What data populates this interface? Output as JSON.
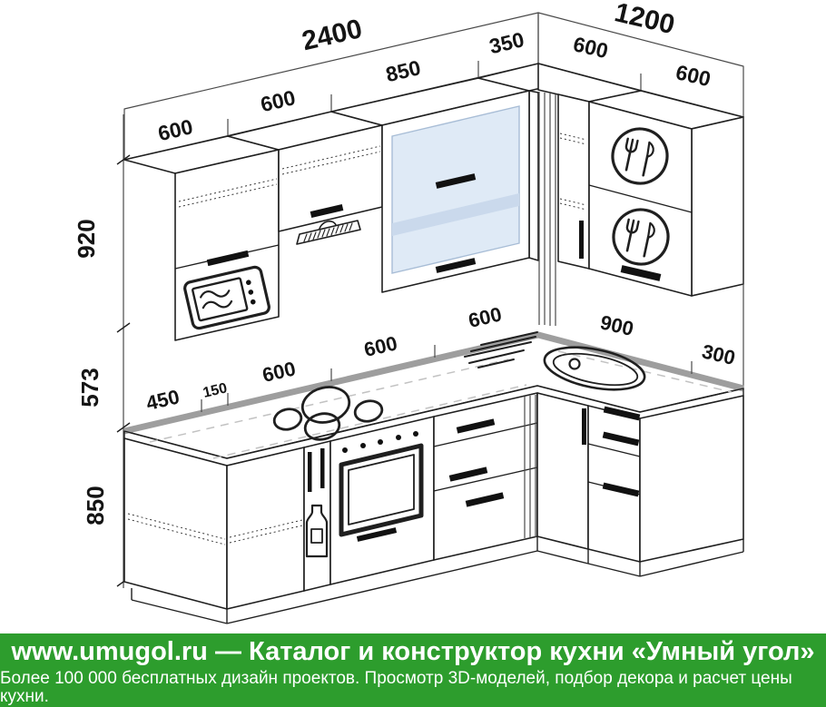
{
  "drawing": {
    "title": "corner-kitchen-dimension-drawing",
    "total_width_left_mm": "2400",
    "total_width_right_mm": "1200",
    "wall_units_left": [
      "600",
      "600",
      "850",
      "350"
    ],
    "wall_units_right": [
      "600",
      "600"
    ],
    "base_units_left": [
      "450",
      "150",
      "600",
      "600",
      "600"
    ],
    "base_units_right": [
      "900",
      "300"
    ],
    "heights": {
      "wall_cabinets": "920",
      "between_worktop_and_wall_cabinets": "573",
      "base_cabinets": "850"
    },
    "icons": [
      "microwave-icon",
      "cooker-hood-icon",
      "glass-door-icon",
      "cutlery-icon",
      "cutlery-icon",
      "bottle-cargo-icon",
      "oven-icon",
      "cooktop-icon",
      "sink-icon"
    ]
  },
  "colors": {
    "footer_green": "#2d9d2d",
    "glass_blue": "#dfeaf6",
    "glass_stripe": "#cad9ec",
    "countertop_gray": "#9e9e9e",
    "line_color": "#1f1f1f"
  },
  "footer": {
    "line1": "www.umugol.ru — Каталог и конструктор кухни «Умный угол»",
    "line2": "Более 100 000 бесплатных дизайн проектов. Просмотр 3D-моделей, подбор декора и расчет цены кухни."
  }
}
